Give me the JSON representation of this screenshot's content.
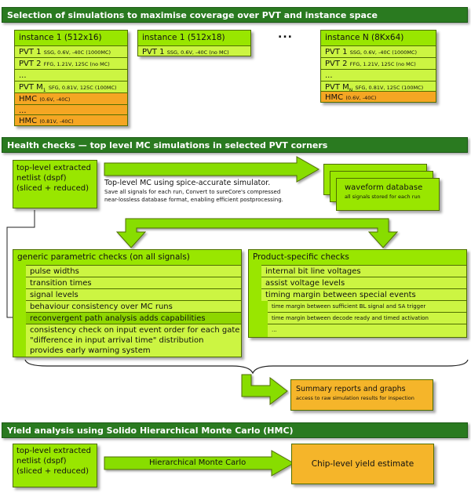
{
  "section1": {
    "title": "Selection of simulations to maximise coverage over PVT and instance space",
    "inst1": {
      "title": "instance 1 (512x16)",
      "r1": {
        "main": "PVT 1",
        "sub": "SSG, 0.6V, -40C (1000MC)"
      },
      "r2": {
        "main": "PVT 2",
        "sub": "FFG, 1.21V, 125C (no MC)"
      },
      "r3": "...",
      "r4": {
        "main": "PVT M",
        "subscript": "1",
        "sub": "SFG, 0.81V, 125C (100MC)"
      },
      "r5": {
        "main": "HMC",
        "sub": "(0.6V, -40C)"
      },
      "r6": "...",
      "r7": {
        "main": "HMC",
        "sub": "(0.81V, -40C)"
      }
    },
    "inst2": {
      "title": "instance 1 (512x18)",
      "r1": {
        "main": "PVT 1",
        "sub": "SSG, 0.6V, -40C (no MC)"
      }
    },
    "ellipsis": "...",
    "instN": {
      "title": "instance N (8Kx64)",
      "r1": {
        "main": "PVT 1",
        "sub": "SSG, 0.6V, -40C (1000MC)"
      },
      "r2": {
        "main": "PVT 2",
        "sub": "FFG, 1.21V, 125C (no MC)"
      },
      "r3": "...",
      "r4": {
        "main": "PVT M",
        "subscript": "N",
        "sub": "SFG, 0.81V, 125C (100MC)"
      },
      "r5": {
        "main": "HMC",
        "sub": "(0.6V, -40C)"
      }
    }
  },
  "section2": {
    "title": "Health checks — top level MC simulations in selected PVT corners",
    "netlist": [
      "top-level extracted",
      "netlist (dspf)",
      "(sliced + reduced)"
    ],
    "mc_text": {
      "title": "Top-level MC using spice-accurate simulator.",
      "line1": "Save all signals for each run, Convert to sureCore's compressed",
      "line2": "near-lossless database format, enabling efficient postprocessing."
    },
    "waveform": {
      "title": "waveform database",
      "sub": "all signals stored for each run"
    },
    "generic": {
      "title": "generic parametric checks (on all signals)",
      "items": [
        "pulse widths",
        "transition times",
        "signal levels",
        "behaviour consistency over MC runs",
        "reconvergent path analysis adds capabilities",
        "consistency check on input event order for each gate",
        "\"difference in input arrival time\" distribution",
        "provides early warning system"
      ]
    },
    "product": {
      "title": "Product-specific checks",
      "items": [
        "internal bit line voltages",
        "assist voltage levels",
        "timing margin between special events"
      ],
      "subitems": [
        "time margin between sufficient BL signal and SA trigger",
        "time margin between decode ready and timed activation",
        "..."
      ]
    },
    "summary": {
      "title": "Summary reports and graphs",
      "sub": "access to raw simulation results for inspection"
    }
  },
  "section3": {
    "title": "Yield analysis using Solido Hierarchical Monte Carlo (HMC)",
    "netlist": [
      "top-level extracted",
      "netlist (dspf)",
      "(sliced + reduced)"
    ],
    "hmc_label": "Hierarchical Monte Carlo",
    "yield": "Chip-level yield estimate"
  },
  "colors": {
    "banner": "#2a7a20",
    "lime": "#99e600",
    "lime_light": "#ccf542",
    "orange": "#f5a623",
    "arrow": "#88dd00"
  }
}
